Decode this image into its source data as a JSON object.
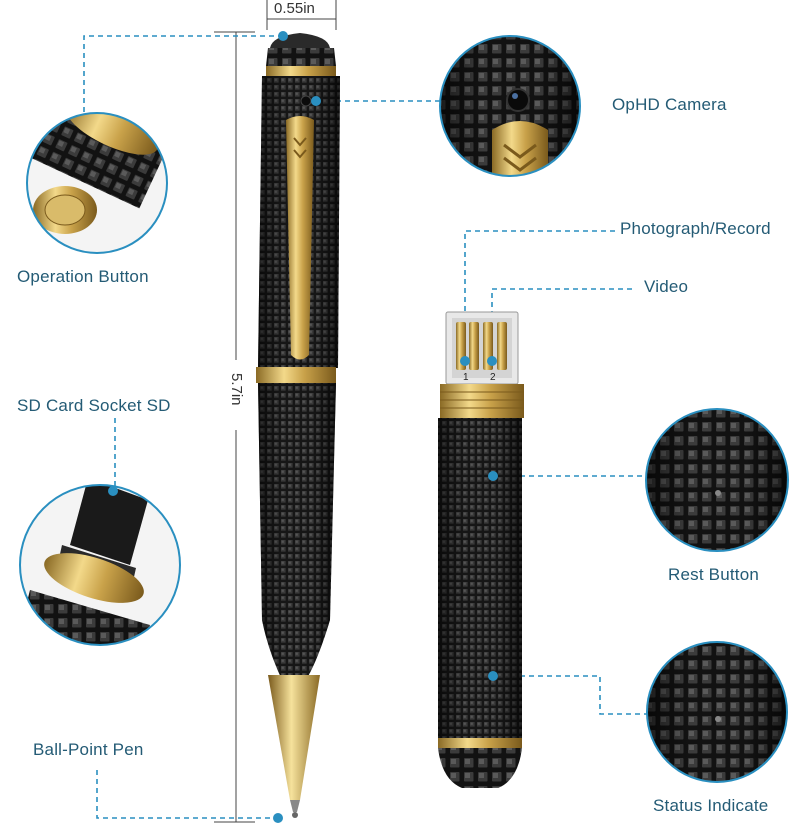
{
  "dimensions": {
    "width_label": "0.55in",
    "height_label": "5.7in"
  },
  "labels": {
    "camera": "OpHD Camera",
    "photograph": "Photograph/Record",
    "video": "Video",
    "operation": "Operation Button",
    "sd_card": "SD Card Socket  SD",
    "rest": "Rest Button",
    "ballpoint": "Ball-Point Pen",
    "status": "Status Indicate",
    "usb_pin1": "1",
    "usb_pin2": "2"
  },
  "colors": {
    "accent": "#2a8fc0",
    "label_text": "#245b75",
    "pen_body": "#1c1c1c",
    "gold": "#c9a24a"
  }
}
